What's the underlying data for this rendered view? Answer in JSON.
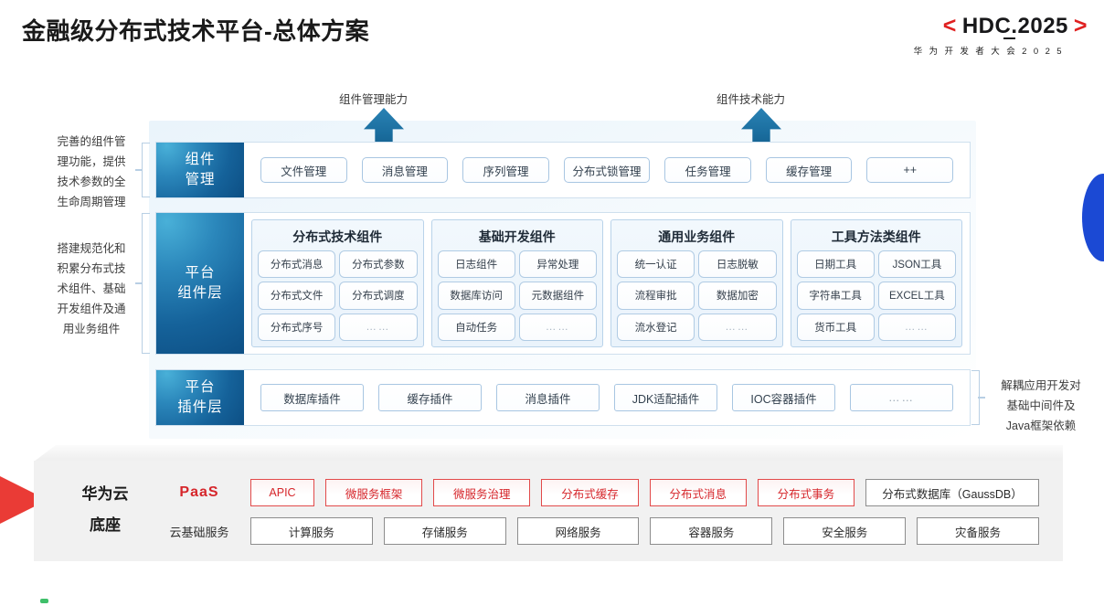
{
  "header": {
    "title": "金融级分布式技术平台-总体方案",
    "logo_bracket_left": "<",
    "logo_bracket_right": ">",
    "logo_main_a": "HDC",
    "logo_main_b": ".2025",
    "logo_sub": "华 为 开 发 者 大 会 2 0 2 5"
  },
  "arrows": {
    "left_label": "组件管理能力",
    "right_label": "组件技术能力"
  },
  "side_notes": {
    "left_top": "完善的组件管\n理功能，提供\n技术参数的全\n生命周期管理",
    "left_bottom": "搭建规范化和\n积累分布式技\n术组件、基础\n开发组件及通\n用业务组件",
    "right": "解耦应用开发对\n基础中间件及\nJava框架依赖"
  },
  "layers": {
    "component_management": {
      "label": "组件\n管理",
      "items": [
        "文件管理",
        "消息管理",
        "序列管理",
        "分布式锁管理",
        "任务管理",
        "缓存管理",
        "++"
      ]
    },
    "platform_component": {
      "label": "平台\n组件层",
      "groups": [
        {
          "title": "分布式技术组件",
          "cells": [
            "分布式消息",
            "分布式参数",
            "分布式文件",
            "分布式调度",
            "分布式序号",
            "……"
          ]
        },
        {
          "title": "基础开发组件",
          "cells": [
            "日志组件",
            "异常处理",
            "数据库访问",
            "元数据组件",
            "自动任务",
            "……"
          ]
        },
        {
          "title": "通用业务组件",
          "cells": [
            "统一认证",
            "日志脱敏",
            "流程审批",
            "数据加密",
            "流水登记",
            "……"
          ]
        },
        {
          "title": "工具方法类组件",
          "cells": [
            "日期工具",
            "JSON工具",
            "字符串工具",
            "EXCEL工具",
            "货币工具",
            "……"
          ]
        }
      ]
    },
    "platform_plugin": {
      "label": "平台\n插件层",
      "items": [
        "数据库插件",
        "缓存插件",
        "消息插件",
        "JDK适配插件",
        "IOC容器插件",
        "……"
      ]
    }
  },
  "cloud_base": {
    "title": "华为云\n底座",
    "paas_key": "PaaS",
    "infra_key": "云基础服务",
    "paas_items": [
      "APIC",
      "微服务框架",
      "微服务治理",
      "分布式缓存",
      "分布式消息",
      "分布式事务",
      "分布式数据库（GaussDB）"
    ],
    "infra_items": [
      "计算服务",
      "存储服务",
      "网络服务",
      "容器服务",
      "安全服务",
      "灾备服务"
    ]
  },
  "colors": {
    "brand_red": "#d6262b",
    "accent_blue": "#15629a",
    "arrow_blue": "#1a6d9e",
    "lens_blue": "#1b49d4",
    "wedge_red": "#ea3b36"
  }
}
